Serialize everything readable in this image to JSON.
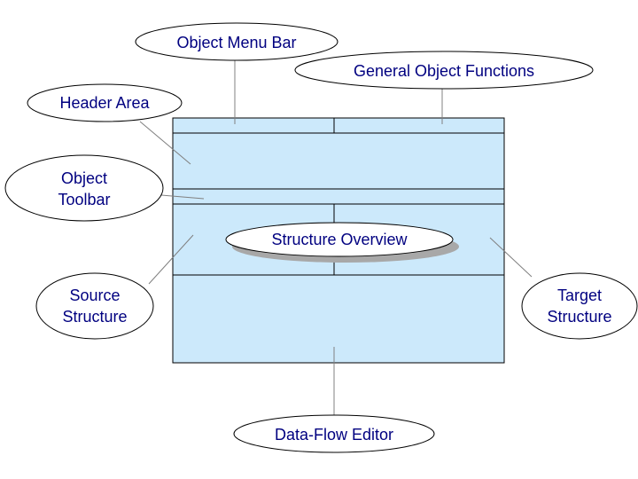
{
  "diagram": {
    "labels": {
      "object_menu_bar": "Object Menu Bar",
      "general_object_functions": "General Object Functions",
      "header_area": "Header Area",
      "object_toolbar_line1": "Object",
      "object_toolbar_line2": "Toolbar",
      "structure_overview": "Structure Overview",
      "source_structure_line1": "Source",
      "source_structure_line2": "Structure",
      "target_structure_line1": "Target",
      "target_structure_line2": "Structure",
      "data_flow_editor": "Data-Flow Editor"
    },
    "colors": {
      "panel_fill": "#cce9fb",
      "label_text": "#000080",
      "outline": "#000000",
      "shadow": "#a8a8a8",
      "background": "#ffffff"
    }
  }
}
